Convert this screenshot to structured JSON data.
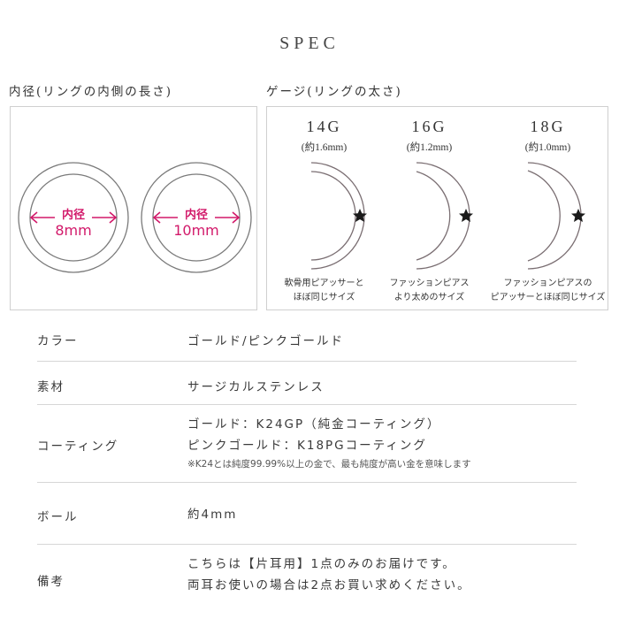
{
  "header": {
    "title": "SPEC"
  },
  "inner_diameter": {
    "label": "内径(リングの内側の長さ)",
    "rings": [
      {
        "label": "内径",
        "value": "8mm"
      },
      {
        "label": "内径",
        "value": "10mm"
      }
    ],
    "accent_color": "#d2196a"
  },
  "gauge": {
    "label": "ゲージ(リングの太さ)",
    "items": [
      {
        "name": "14G",
        "mm": "(約1.6mm)",
        "desc_line1": "軟骨用ピアッサーと",
        "desc_line2": "ほぼ同じサイズ"
      },
      {
        "name": "16G",
        "mm": "(約1.2mm)",
        "desc_line1": "ファッションピアス",
        "desc_line2": "より太めのサイズ"
      },
      {
        "name": "18G",
        "mm": "(約1.0mm)",
        "desc_line1": "ファッションピアスの",
        "desc_line2": "ピアッサーとほぼ同じサイズ"
      }
    ]
  },
  "spec": {
    "rows": [
      {
        "key": "カラー",
        "value": "ゴールド/ピンクゴールド"
      },
      {
        "key": "素材",
        "value": "サージカルステンレス"
      },
      {
        "key": "コーティング",
        "line1": "ゴールド：K24GP（純金コーティング）",
        "line2": "ピンクゴールド：K18PGコーティング",
        "note": "※K24とは純度99.99%以上の金で、最も純度が高い金を意味します"
      },
      {
        "key": "ボール",
        "value": "約4mm"
      },
      {
        "key": "備考",
        "line1": "こちらは【片耳用】1点のみのお届けです。",
        "line2": "両耳お使いの場合は2点お買い求めください。"
      }
    ]
  }
}
